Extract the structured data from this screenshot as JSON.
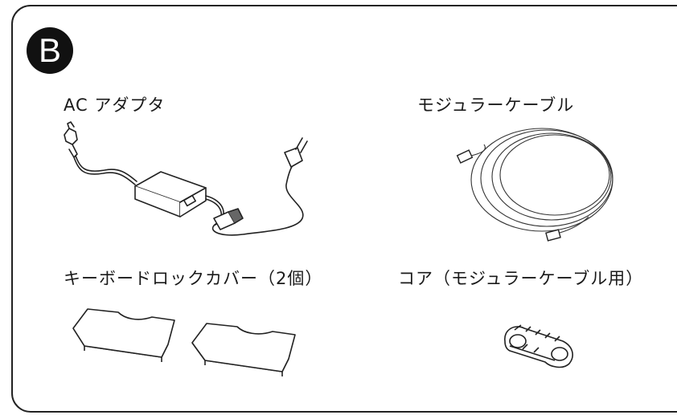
{
  "section": {
    "badge": "B"
  },
  "items": {
    "ac_adapter": "AC アダプタ",
    "modular_cable": "モジュラーケーブル",
    "keyboard_lock_cover": "キーボードロックカバー（2個）",
    "core": "コア（モジュラーケーブル用）"
  }
}
